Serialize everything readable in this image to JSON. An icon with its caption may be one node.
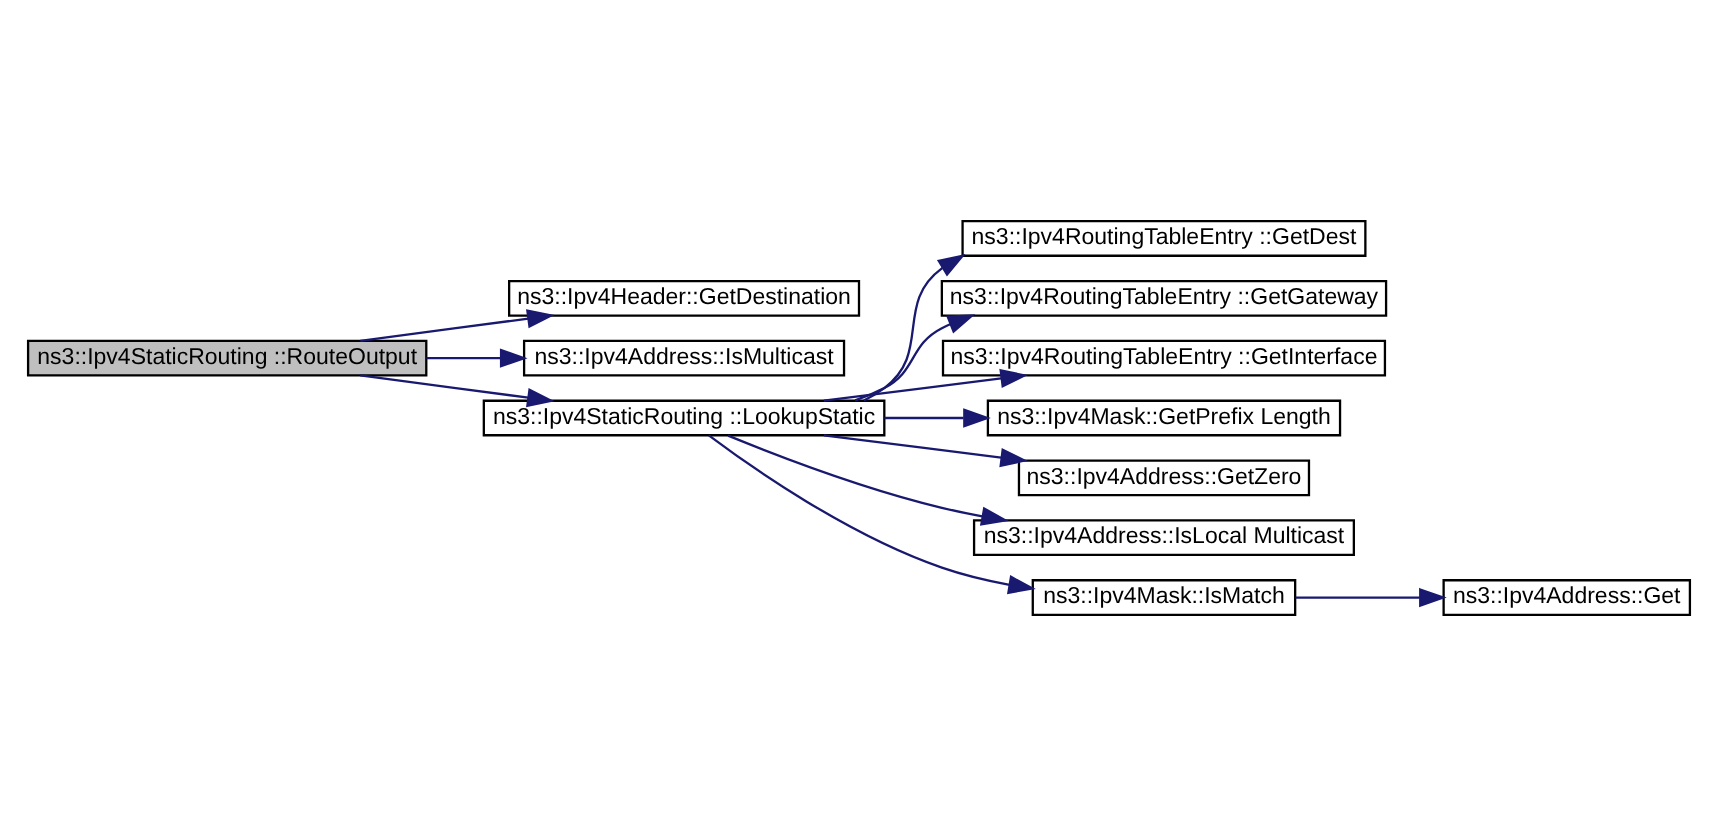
{
  "diagram": {
    "nodes": [
      {
        "text": [
          "ns3::Ipv4StaticRouting ::RouteOutput"
        ]
      },
      {
        "text": [
          "ns3::Ipv4Header::GetDestination"
        ]
      },
      {
        "text": [
          "ns3::Ipv4Address::IsMulticast"
        ]
      },
      {
        "text": [
          "ns3::Ipv4StaticRouting ::LookupStatic"
        ]
      },
      {
        "text": [
          "ns3::Ipv4RoutingTableEntry ::GetDest"
        ]
      },
      {
        "text": [
          "ns3::Ipv4RoutingTableEntry ::GetGateway"
        ]
      },
      {
        "text": [
          "ns3::Ipv4RoutingTableEntry ::GetInterface"
        ]
      },
      {
        "text": [
          "ns3::Ipv4Mask::GetPrefix Length"
        ]
      },
      {
        "text": [
          "ns3::Ipv4Address::GetZero"
        ]
      },
      {
        "text": [
          "ns3::Ipv4Address::IsLocal Multicast"
        ]
      },
      {
        "text": [
          "ns3::Ipv4Mask::IsMatch"
        ]
      },
      {
        "text": [
          "ns3::Ipv4Address::Get"
        ]
      }
    ],
    "edges": [
      {
        "from": 0,
        "to": 1,
        "arrow": "to"
      },
      {
        "from": 0,
        "to": 2,
        "arrow": "to"
      },
      {
        "from": 0,
        "to": 3,
        "arrow": "to"
      },
      {
        "from": 3,
        "to": 4,
        "arrow": "to"
      },
      {
        "from": 3,
        "to": 5,
        "arrow": "to"
      },
      {
        "from": 3,
        "to": 6,
        "arrow": "to"
      },
      {
        "from": 3,
        "to": 7,
        "arrow": "to"
      },
      {
        "from": 3,
        "to": 8,
        "arrow": "to"
      },
      {
        "from": 3,
        "to": 9,
        "arrow": "to"
      },
      {
        "from": 3,
        "to": 10,
        "arrow": "to"
      },
      {
        "from": 10,
        "to": 11,
        "arrow": "to"
      }
    ]
  }
}
